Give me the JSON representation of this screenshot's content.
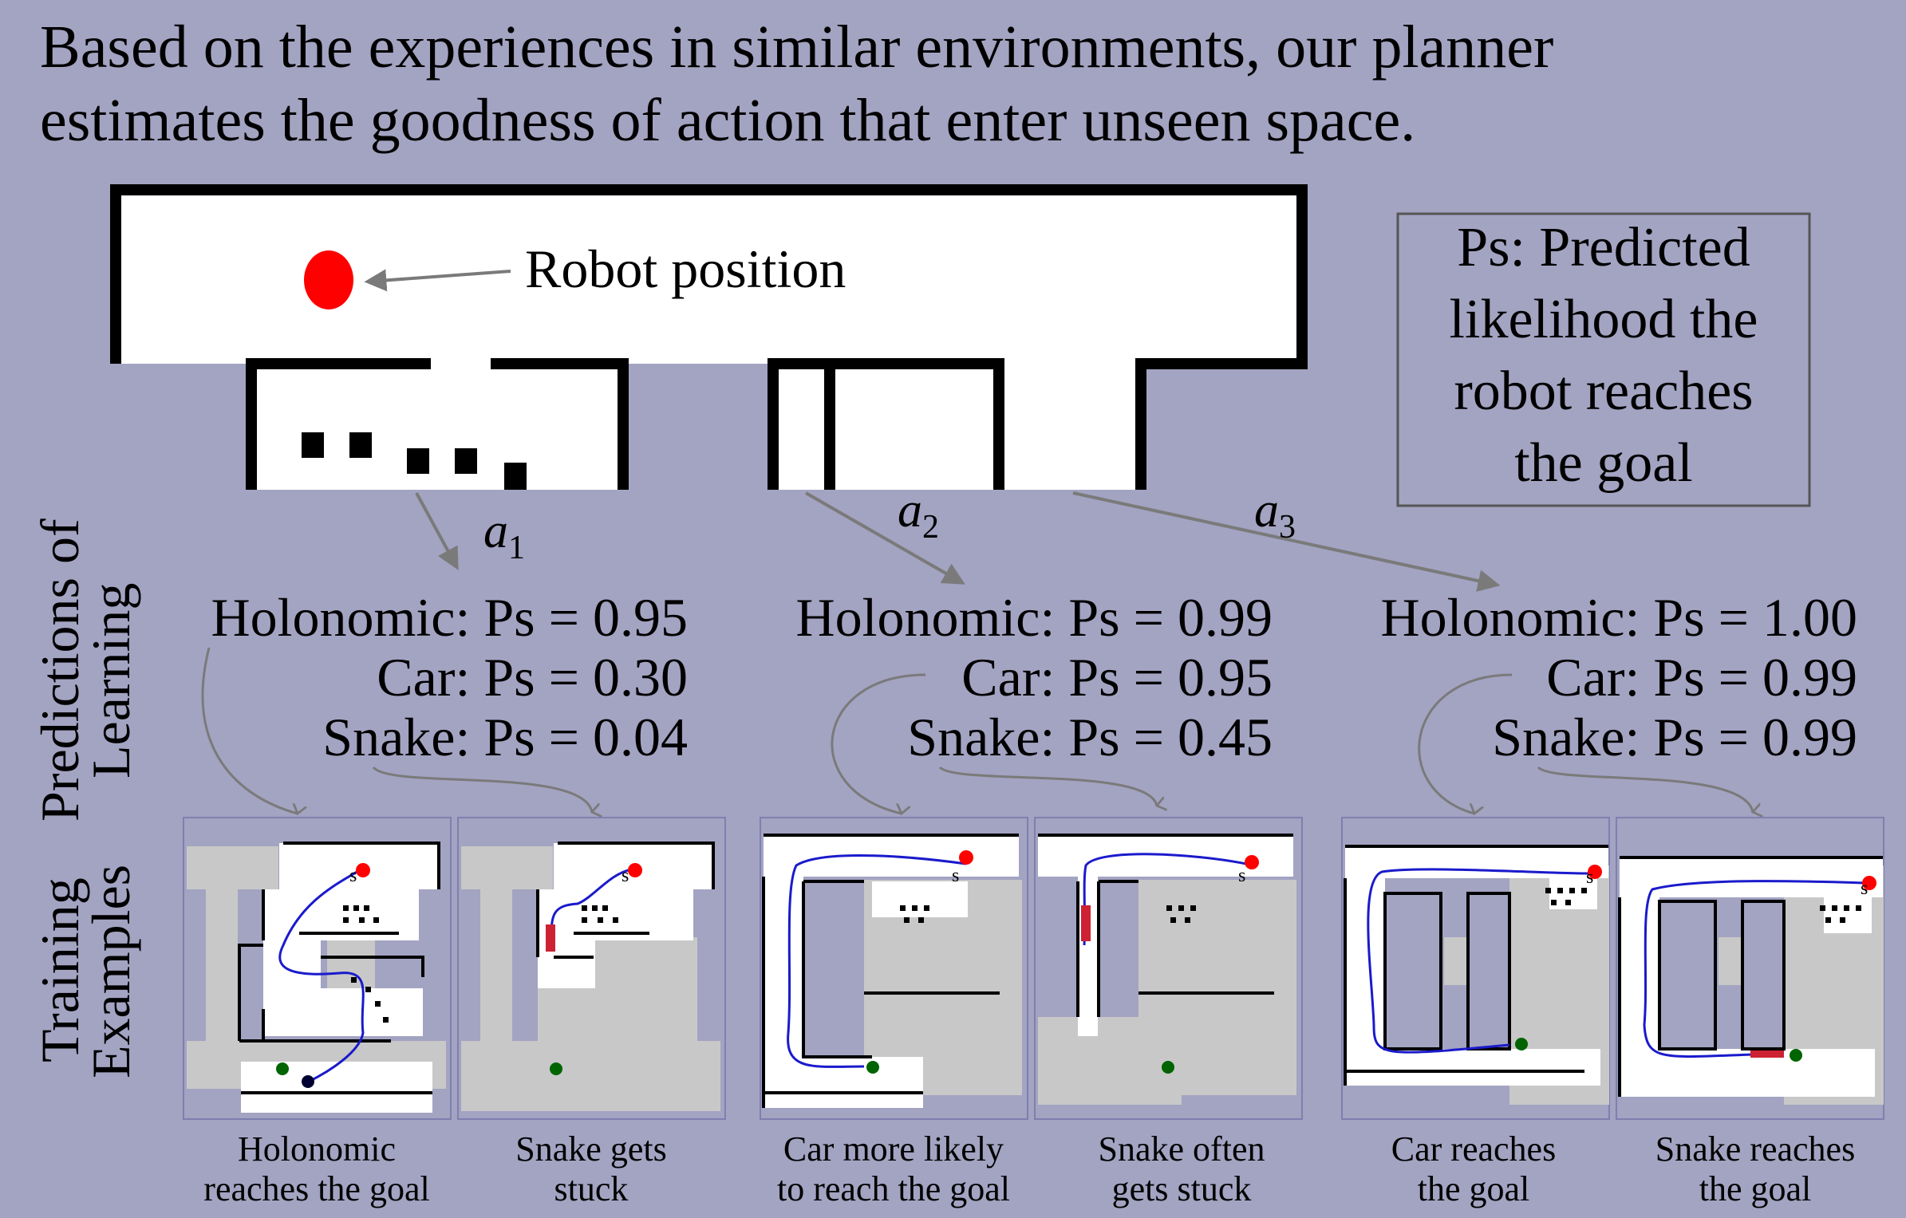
{
  "title_lines": [
    "Based on the experiences in similar environments, our planner",
    "estimates the goodness of action that enter unseen space."
  ],
  "robot_label": "Robot position",
  "legend_lines": [
    "Ps: Predicted",
    "likelihood the",
    "robot reaches",
    "the goal"
  ],
  "left_labels": {
    "predictions": [
      "Predictions of",
      "Learning"
    ],
    "training": [
      "Training",
      "Examples"
    ]
  },
  "actions": [
    {
      "label": "a",
      "sub": "1",
      "predictions": [
        "Holonomic: Ps = 0.95",
        "Car: Ps = 0.30",
        "Snake: Ps = 0.04"
      ],
      "examples": [
        {
          "caption": [
            "Holonomic",
            "reaches the goal"
          ],
          "mark": "s"
        },
        {
          "caption": [
            "Snake gets",
            "stuck"
          ],
          "mark": "s"
        }
      ]
    },
    {
      "label": "a",
      "sub": "2",
      "predictions": [
        "Holonomic: Ps = 0.99",
        "Car: Ps = 0.95",
        "Snake: Ps = 0.45"
      ],
      "examples": [
        {
          "caption": [
            "Car more likely",
            "to reach the goal"
          ],
          "mark": "s"
        },
        {
          "caption": [
            "Snake often",
            "gets stuck"
          ],
          "mark": "s"
        }
      ]
    },
    {
      "label": "a",
      "sub": "3",
      "predictions": [
        "Holonomic: Ps = 1.00",
        "Car: Ps = 0.99",
        "Snake: Ps = 0.99"
      ],
      "examples": [
        {
          "caption": [
            "Car reaches",
            "the goal"
          ],
          "mark": "s"
        },
        {
          "caption": [
            "Snake reaches",
            "the goal"
          ],
          "mark": "s"
        }
      ]
    }
  ],
  "colors": {
    "background": "#a3a3c2",
    "robot": "#ff0000",
    "path": "#1a1acc",
    "goal": "#006400",
    "gray": "#c8c8c8",
    "arrow": "#7a7a7a"
  }
}
